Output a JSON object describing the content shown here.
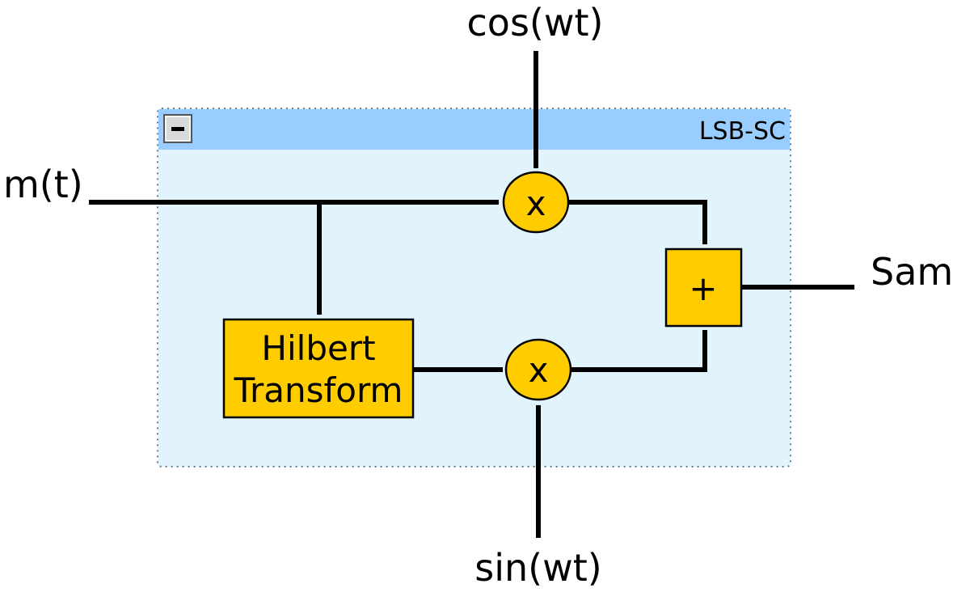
{
  "group": {
    "title": "LSB-SC",
    "collapse_symbol": "−",
    "panel_color": "#e1f3fc",
    "header_color": "#99ccff"
  },
  "signals": {
    "input": "m(t)",
    "carrier_cos": "cos(wt)",
    "carrier_sin": "sin(wt)",
    "output": "Sam"
  },
  "blocks": {
    "mixer_top": "x",
    "mixer_bottom": "x",
    "adder": "+",
    "hilbert_line1": "Hilbert",
    "hilbert_line2": "Transform"
  },
  "colors": {
    "block_fill": "#ffcc00",
    "line": "#000000"
  }
}
